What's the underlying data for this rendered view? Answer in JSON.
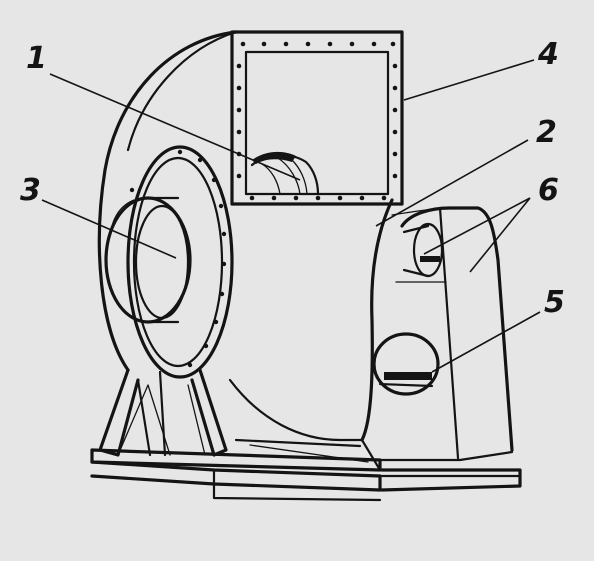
{
  "diagram": {
    "type": "technical illustration",
    "subject": "centrifugal fan",
    "background_color": "#e6e6e6",
    "ink_color": "#141414",
    "callouts": [
      {
        "id": "1",
        "label": "1"
      },
      {
        "id": "2",
        "label": "2"
      },
      {
        "id": "3",
        "label": "3"
      },
      {
        "id": "4",
        "label": "4"
      },
      {
        "id": "5",
        "label": "5"
      },
      {
        "id": "6",
        "label": "6"
      }
    ]
  }
}
